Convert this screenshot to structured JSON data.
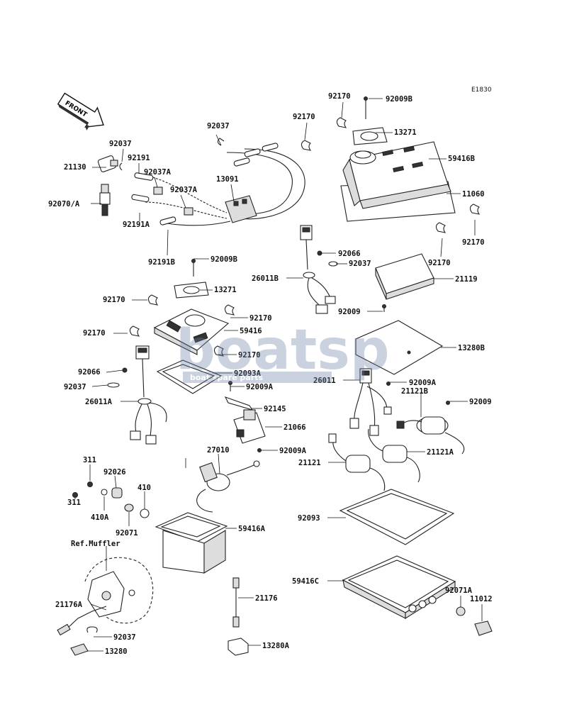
{
  "diagram_code": "E1830",
  "front_label": "FRONT",
  "ref_label": "Ref.Muffler",
  "watermark": {
    "main": "boatsp",
    "sub": "boat spare parts"
  },
  "labels": {
    "p92170_a": "92170",
    "p92009B_a": "92009B",
    "p13271_a": "13271",
    "p92170_b": "92170",
    "p59416B": "59416B",
    "p11060": "11060",
    "p92170_c": "92170",
    "p92037_a": "92037",
    "p92037_b": "92037",
    "p92191": "92191",
    "p21130": "21130",
    "p92037A_a": "92037A",
    "p13091": "13091",
    "p92037A_b": "92037A",
    "p92070A": "92070/A",
    "p92191A": "92191A",
    "p92191B": "92191B",
    "p92009B_b": "92009B",
    "p13271_b": "13271",
    "p92066_a": "92066",
    "p92037_c": "92037",
    "p26011B": "26011B",
    "p92170_d": "92170",
    "p21119": "21119",
    "p92009_a": "92009",
    "p92170_e": "92170",
    "p92170_f": "92170",
    "p59416": "59416",
    "p92170_g": "92170",
    "p92170_h": "92170",
    "p13280B": "13280B",
    "p92066_b": "92066",
    "p92093A": "92093A",
    "p92037_d": "92037",
    "p92009A_a": "92009A",
    "p26011": "26011",
    "p92009A_b": "92009A",
    "p21121B": "21121B",
    "p26011A": "26011A",
    "p92145": "92145",
    "p92009_b": "92009",
    "p21066": "21066",
    "p27010": "27010",
    "p92009A_c": "92009A",
    "p21121A": "21121A",
    "p311_a": "311",
    "p92026": "92026",
    "p21121": "21121",
    "p410": "410",
    "p311_b": "311",
    "p410A": "410A",
    "p92071": "92071",
    "p59416A": "59416A",
    "p92093": "92093",
    "p59416C": "59416C",
    "p92071A": "92071A",
    "p11012": "11012",
    "p21176": "21176",
    "p21176A": "21176A",
    "p92037_e": "92037",
    "p13280": "13280",
    "p13280A": "13280A"
  }
}
